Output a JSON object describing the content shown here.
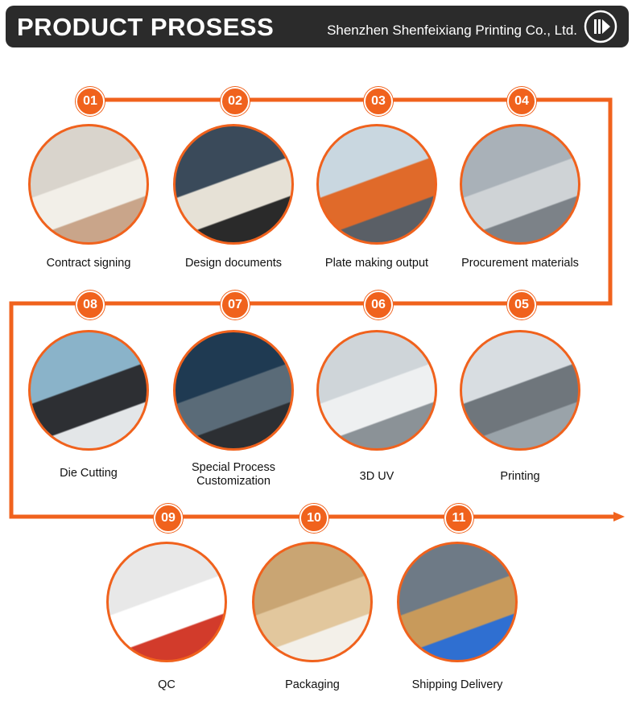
{
  "header": {
    "title": "PRODUCT PROSESS",
    "company": "Shenzhen Shenfeixiang Printing Co., Ltd.",
    "play_icon": "play-circle-icon"
  },
  "colors": {
    "accent": "#f0621d",
    "header_bg": "#2b2b2b"
  },
  "steps": [
    {
      "num": "01",
      "label": "Contract signing",
      "photo": "contract-signing-photo"
    },
    {
      "num": "02",
      "label": "Design documents",
      "photo": "design-documents-photo"
    },
    {
      "num": "03",
      "label": "Plate making output",
      "photo": "plate-making-photo"
    },
    {
      "num": "04",
      "label": "Procurement materials",
      "photo": "procurement-materials-photo"
    },
    {
      "num": "05",
      "label": "Printing",
      "photo": "printing-photo"
    },
    {
      "num": "06",
      "label": "3D UV",
      "photo": "3d-uv-photo"
    },
    {
      "num": "07",
      "label": "Special Process\nCustomization",
      "photo": "special-process-photo"
    },
    {
      "num": "08",
      "label": "Die Cutting",
      "photo": "die-cutting-photo"
    },
    {
      "num": "09",
      "label": "QC",
      "photo": "qc-photo"
    },
    {
      "num": "10",
      "label": "Packaging",
      "photo": "packaging-photo"
    },
    {
      "num": "11",
      "label": "Shipping Delivery",
      "photo": "shipping-delivery-photo"
    }
  ]
}
